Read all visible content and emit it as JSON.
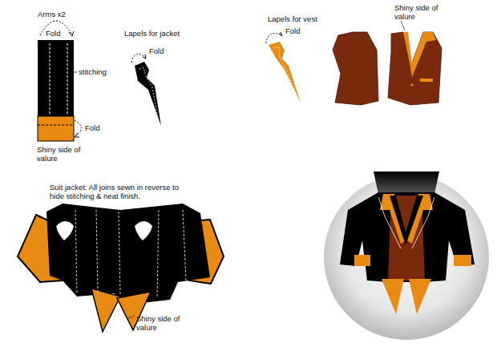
{
  "diagram": {
    "labels": [
      "Arms x2",
      "Fold",
      "stitching",
      "Fold",
      "Shiny side of valure",
      "Lapels for jacket",
      "Fold",
      "Lapels for vest",
      "Fold",
      "Shiny side of valure",
      "Suit jacket: All joins sewn in reverse to hide stitching & neat finish.",
      "Shiny side of valure"
    ]
  }
}
